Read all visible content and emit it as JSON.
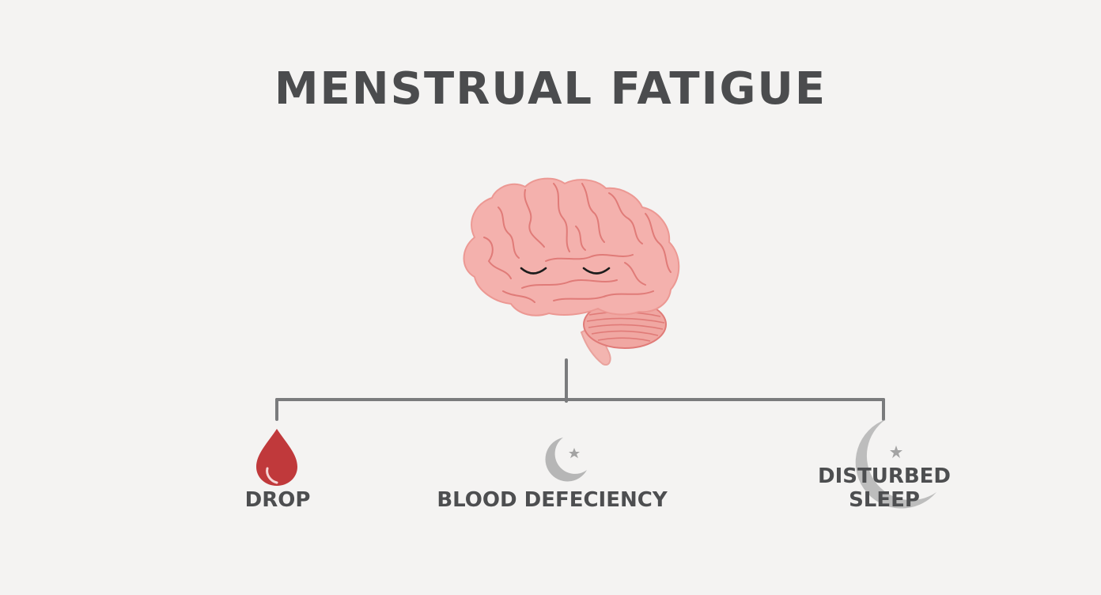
{
  "title": "MENSTRUAL FATIGUE",
  "nodes": {
    "left": {
      "label": "DROP",
      "icon": "blood-drop-icon"
    },
    "center": {
      "label": "BLOOD DEFECIENCY",
      "icon": "crescent-moon-star-icon"
    },
    "right": {
      "label_line1": "DISTURBED",
      "label_line2": "SLEEP",
      "icon": "crescent-moon-star-icon"
    }
  },
  "central_icon": "sleeping-brain-icon",
  "colors": {
    "background": "#f4f3f2",
    "text": "#4b4c4e",
    "connector": "#7a7b7d",
    "brain_fill": "#f4b1ad",
    "brain_line": "#e07b78",
    "drop": "#c0393b",
    "moon": "#b5b5b5"
  }
}
